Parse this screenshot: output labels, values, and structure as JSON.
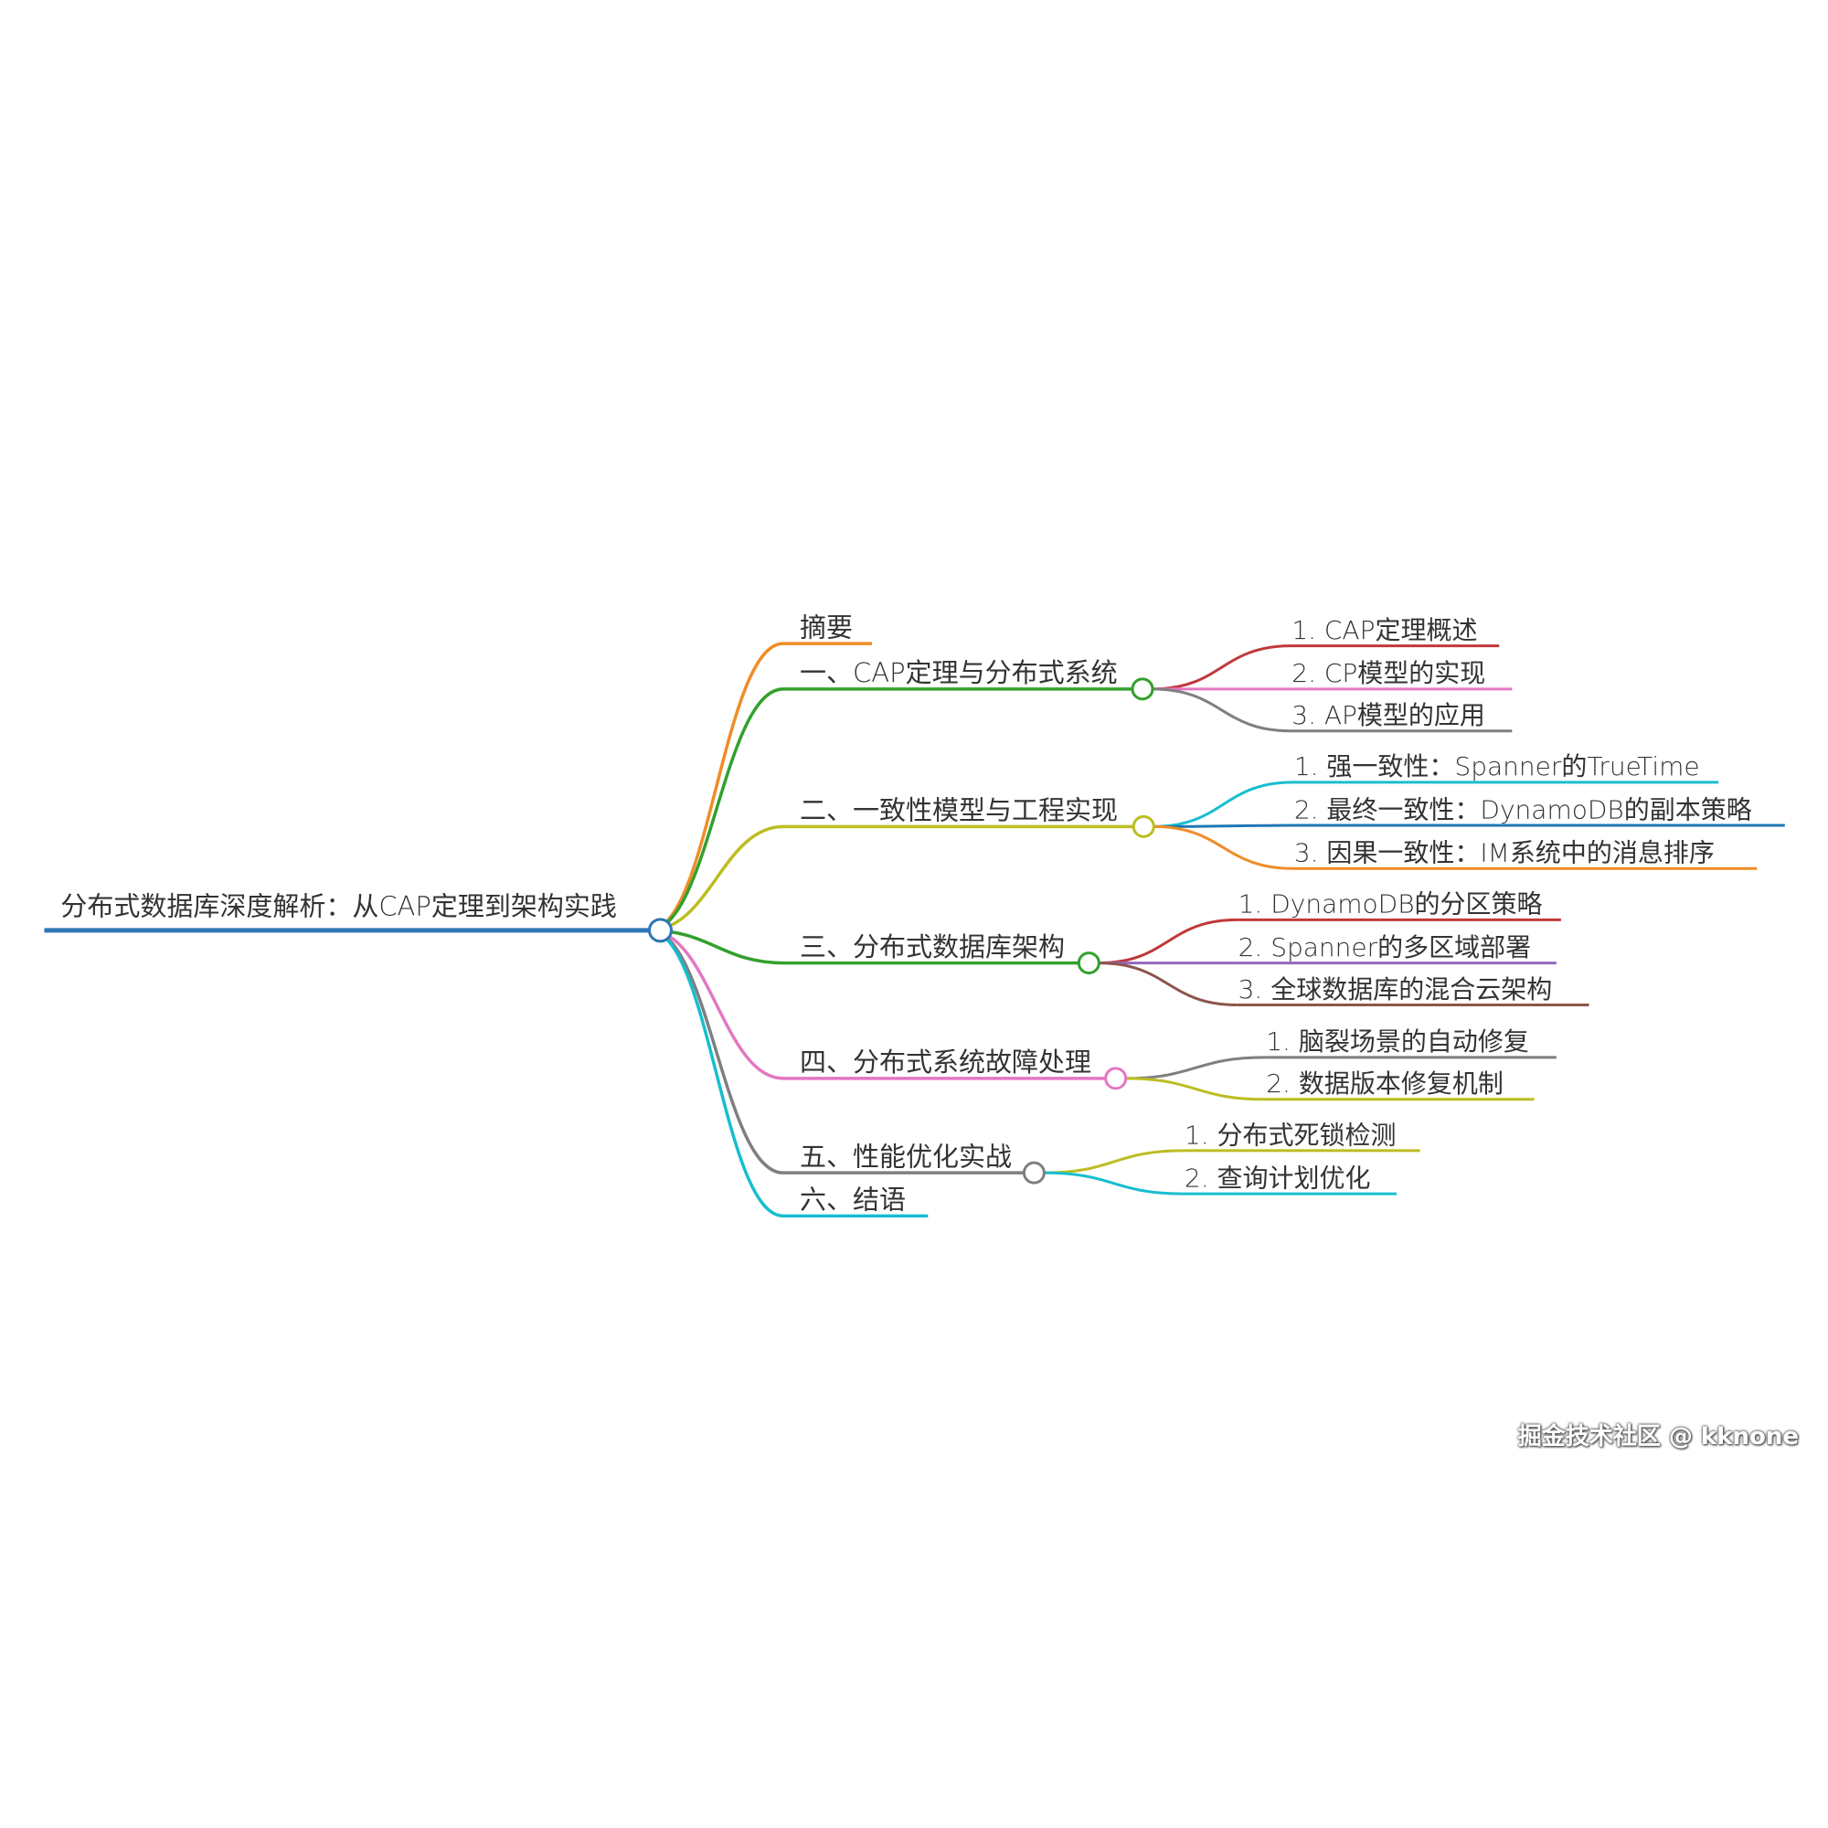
{
  "root": {
    "label": "分布式数据库深度解析：从CAP定理到架构实践",
    "color": "#2e75b6"
  },
  "branches": [
    {
      "label": "摘要",
      "color": "#f08c28",
      "children": []
    },
    {
      "label": "一、CAP定理与分布式系统",
      "color": "#33a02c",
      "children": [
        {
          "label": "1. CAP定理概述",
          "color": "#c0393b"
        },
        {
          "label": "2. CP模型的实现",
          "color": "#e377c2"
        },
        {
          "label": "3. AP模型的应用",
          "color": "#7f7f7f"
        }
      ]
    },
    {
      "label": "二、一致性模型与工程实现",
      "color": "#bcbd22",
      "children": [
        {
          "label": "1. 强一致性：Spanner的TrueTime",
          "color": "#17becf"
        },
        {
          "label": "2. 最终一致性：DynamoDB的副本策略",
          "color": "#1f77b4"
        },
        {
          "label": "3. 因果一致性：IM系统中的消息排序",
          "color": "#f08c28"
        }
      ]
    },
    {
      "label": "三、分布式数据库架构",
      "color": "#33a02c",
      "children": [
        {
          "label": "1. DynamoDB的分区策略",
          "color": "#c0393b"
        },
        {
          "label": "2. Spanner的多区域部署",
          "color": "#9467bd"
        },
        {
          "label": "3. 全球数据库的混合云架构",
          "color": "#8c564b"
        }
      ]
    },
    {
      "label": "四、分布式系统故障处理",
      "color": "#e377c2",
      "children": [
        {
          "label": "1. 脑裂场景的自动修复",
          "color": "#7f7f7f"
        },
        {
          "label": "2. 数据版本修复机制",
          "color": "#bcbd22"
        }
      ]
    },
    {
      "label": "五、性能优化实战",
      "color": "#7f7f7f",
      "children": [
        {
          "label": "1. 分布式死锁检测",
          "color": "#bcbd22"
        },
        {
          "label": "2. 查询计划优化",
          "color": "#17becf"
        }
      ]
    },
    {
      "label": "六、结语",
      "color": "#17becf",
      "children": []
    }
  ],
  "watermark": "掘金技术社区 @ kknone"
}
